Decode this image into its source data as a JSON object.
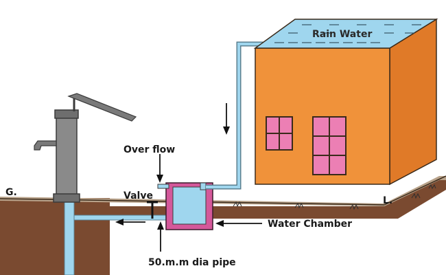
{
  "diagram": {
    "labels": {
      "rain_water": "Rain Water",
      "overflow": "Over flow",
      "valve": "Valve",
      "water_chamber": "Water Chamber",
      "pipe": "50.m.m dia pipe",
      "ground_left": "G.",
      "ground_right": "L."
    },
    "colors": {
      "soil": "#7a4a30",
      "soil_dark": "#5e3826",
      "house_front": "#f0923a",
      "house_side": "#e07a28",
      "window": "#ec7fb4",
      "water": "#9fd6ee",
      "pump": "#8a8a8a",
      "chamber_wall": "#d4589a"
    }
  }
}
